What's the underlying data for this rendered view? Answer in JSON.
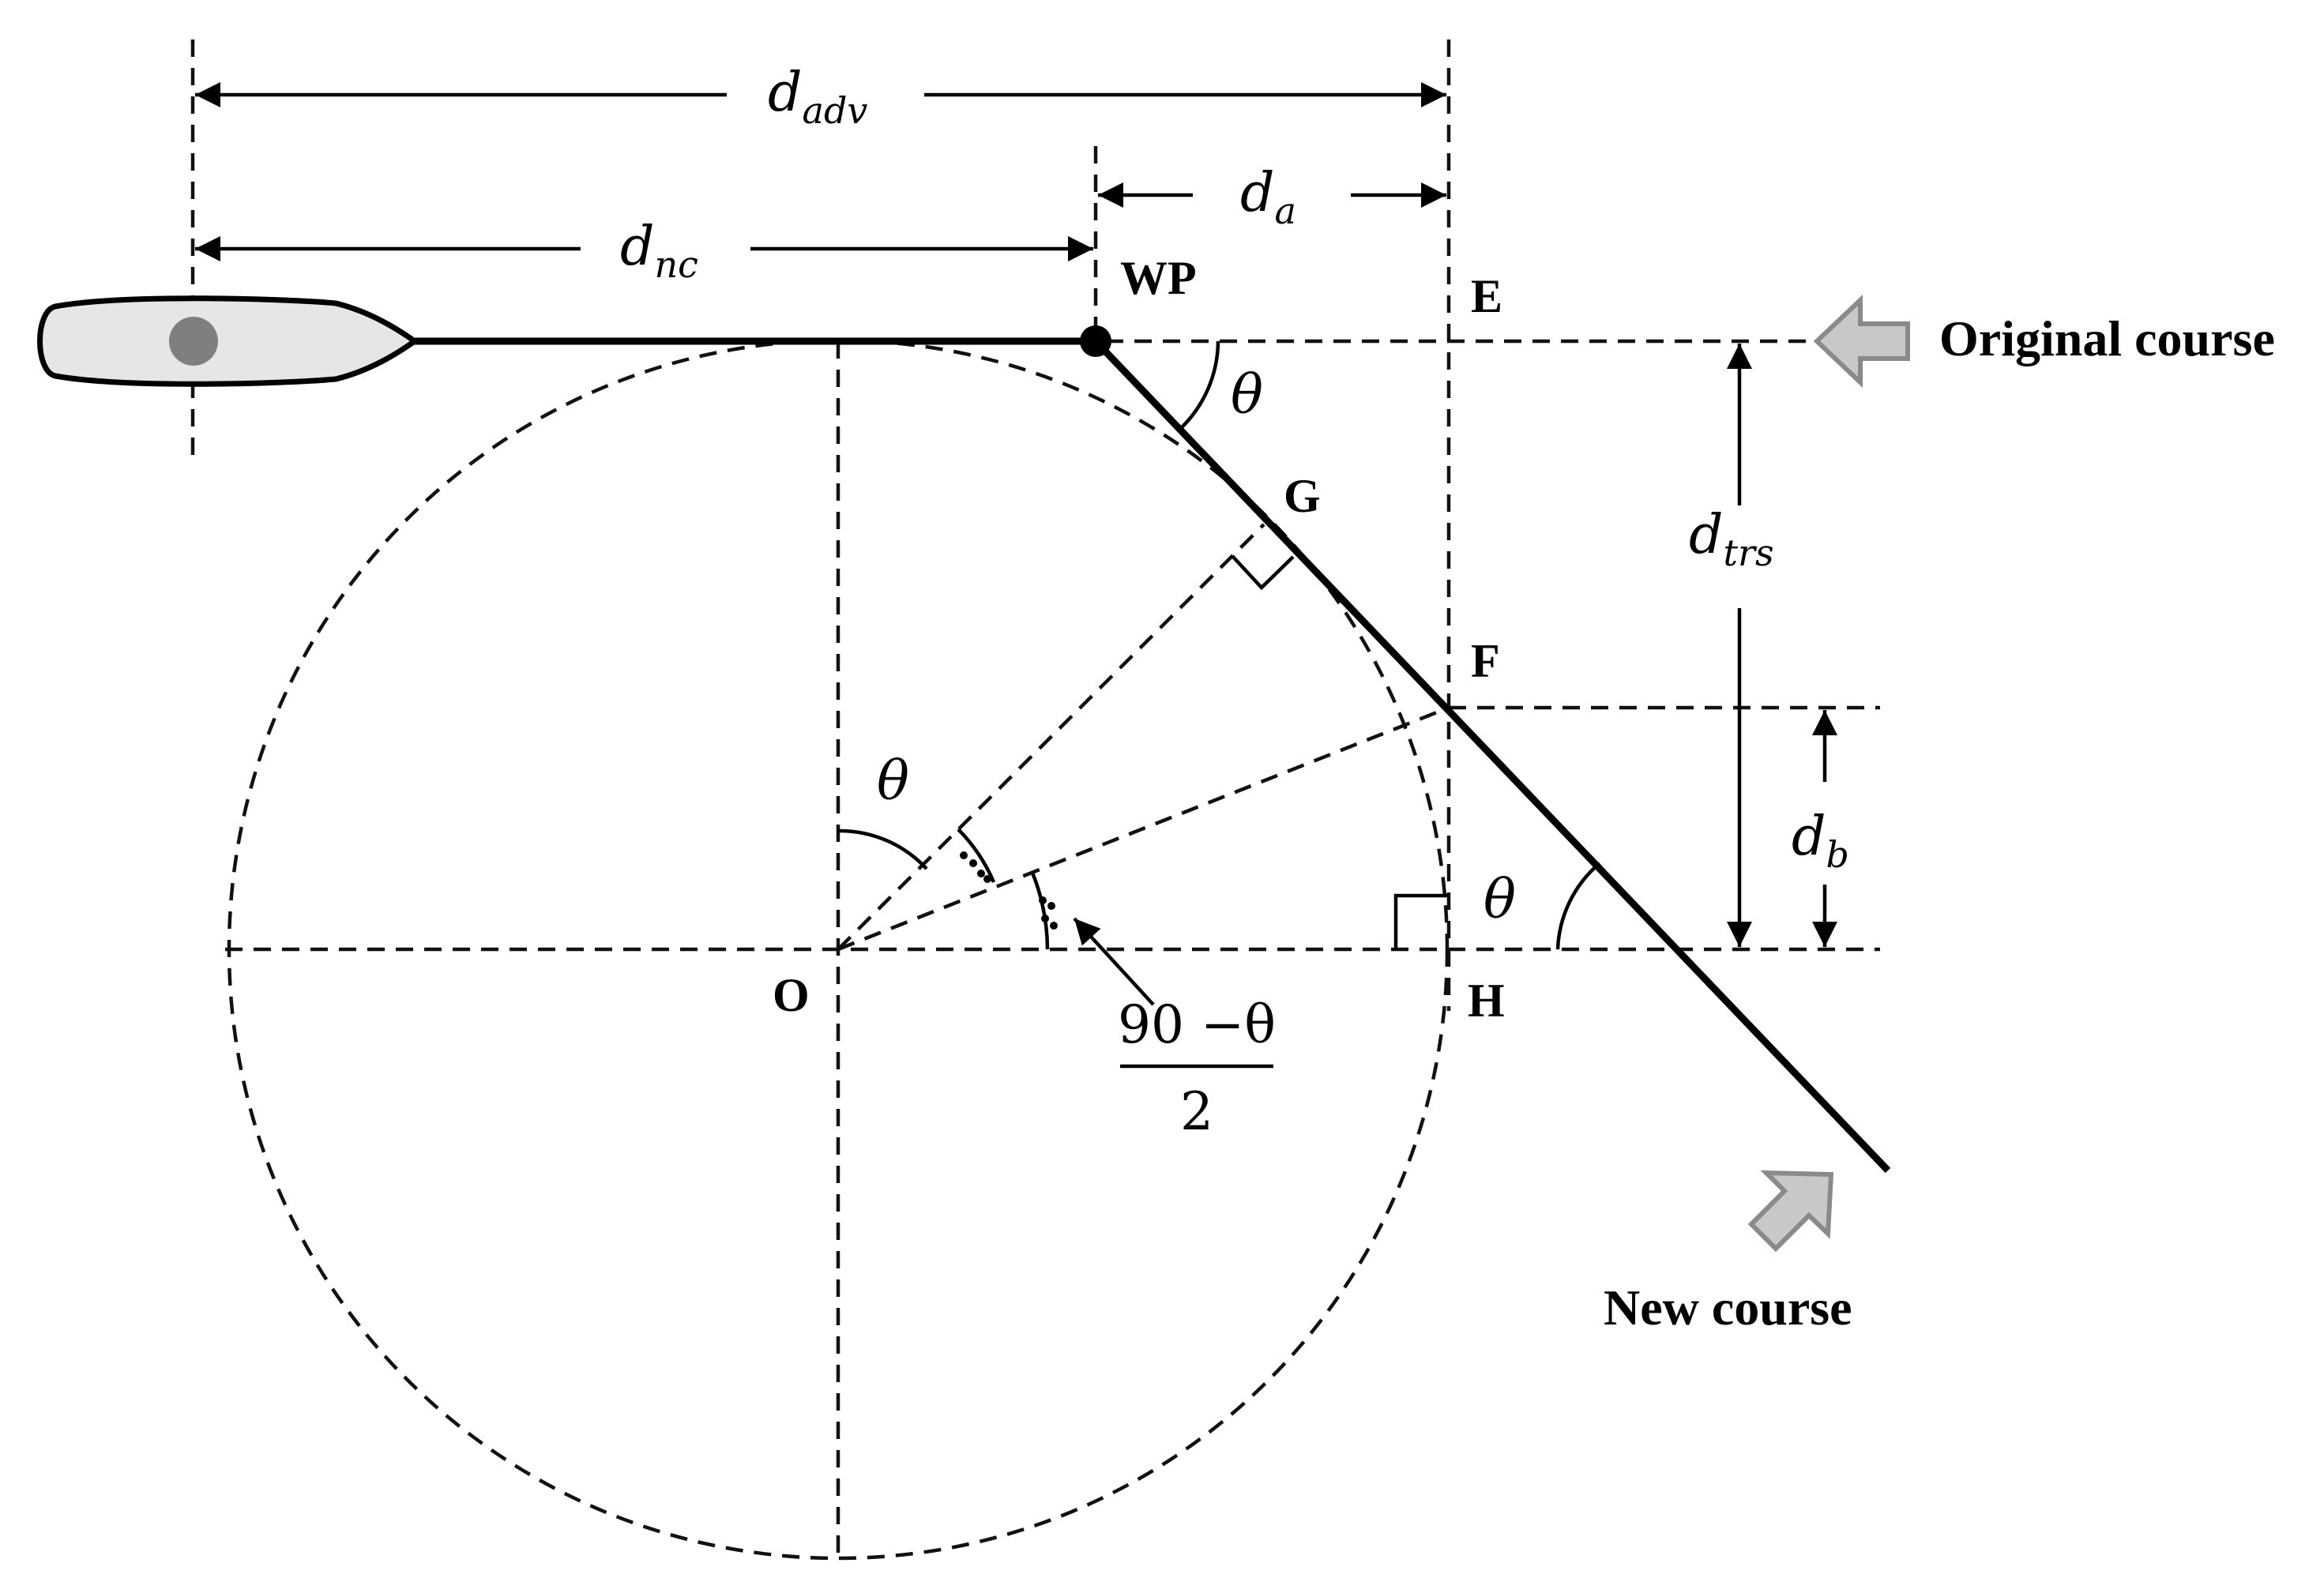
{
  "points": {
    "wp": "WP",
    "e": "E",
    "g": "G",
    "f": "F",
    "o": "O",
    "h": "H"
  },
  "courses": {
    "original": "Original course",
    "new": "New course"
  },
  "dimensions": {
    "d_adv": {
      "base": "d",
      "sub": "adv"
    },
    "d_nc": {
      "base": "d",
      "sub": "nc"
    },
    "d_a": {
      "base": "d",
      "sub": "a"
    },
    "d_trs": {
      "base": "d",
      "sub": "trs"
    },
    "d_b": {
      "base": "d",
      "sub": "b"
    }
  },
  "angles": {
    "theta": "θ",
    "fraction_numerator": "90 −θ",
    "fraction_denominator": "2"
  },
  "colors": {
    "line": "#000000",
    "ship_fill": "#e6e6e6",
    "ship_marker": "#7f7f7f",
    "course_arrow_fill": "#c8c8c8",
    "course_arrow_stroke": "#8a8a8a"
  }
}
